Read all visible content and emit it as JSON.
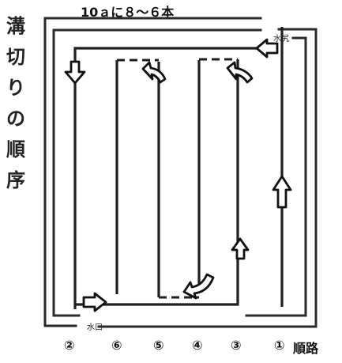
{
  "title_chars": [
    "溝",
    "切",
    "り",
    "の",
    "順",
    "序"
  ],
  "top_label": "10ａに８～６本",
  "outlet_label": "水尻",
  "inlet_label": "水口",
  "order_labels": [
    "②",
    "⑥",
    "⑤",
    "④",
    "③",
    "①",
    "順路"
  ]
}
